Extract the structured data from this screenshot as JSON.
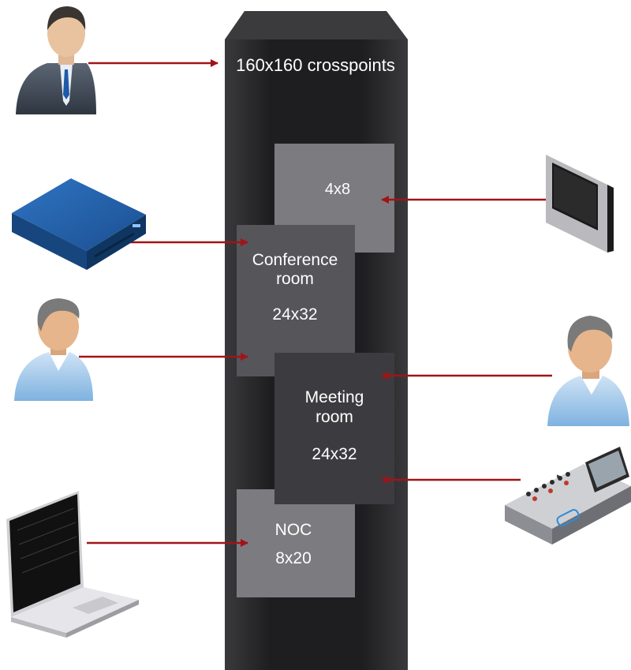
{
  "diagram": {
    "tower_label": "160x160 crosspoints",
    "partitions": [
      {
        "id": "partition-4x8",
        "lines": [
          "4x8"
        ]
      },
      {
        "id": "partition-conference",
        "lines": [
          "Conference",
          "room",
          "24x32"
        ]
      },
      {
        "id": "partition-meeting",
        "lines": [
          "Meeting",
          "room",
          "24x32"
        ]
      },
      {
        "id": "partition-noc",
        "lines": [
          "NOC",
          "8x20"
        ]
      }
    ],
    "devices": [
      {
        "name": "executive-user-icon"
      },
      {
        "name": "network-appliance-icon"
      },
      {
        "name": "conference-user-icon"
      },
      {
        "name": "laptop-icon"
      },
      {
        "name": "touch-panel-icon"
      },
      {
        "name": "meeting-user-icon"
      },
      {
        "name": "audio-mixer-icon"
      }
    ],
    "colors": {
      "tower": "#2a2a2c",
      "tower_top": "#3a3a3d",
      "arrow": "#a01418",
      "partition_light": "#7c7c80",
      "partition_mid": "#55555a",
      "partition_dark": "#3c3c40",
      "text": "#ffffff"
    }
  }
}
